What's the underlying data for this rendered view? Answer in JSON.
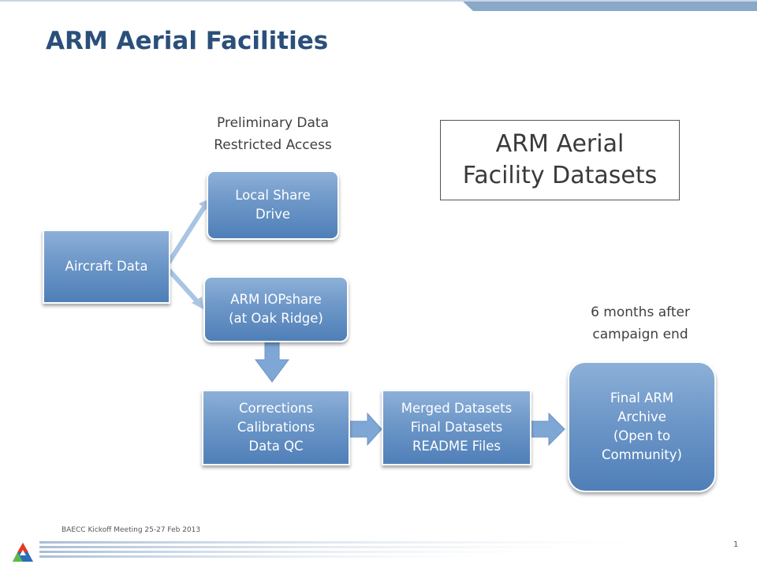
{
  "slide": {
    "title": "ARM Aerial Facilities",
    "footer": "BAECC Kickoff Meeting 25-27 Feb 2013",
    "page_number": "1"
  },
  "notes": {
    "preliminary": "Preliminary Data\nRestricted Access",
    "six_months": "6 months after\ncampaign end"
  },
  "legend": {
    "label": "ARM Aerial\nFacility Datasets"
  },
  "nodes": {
    "aircraft_data": "Aircraft Data",
    "local_share": "Local Share\nDrive",
    "iopshare": "ARM IOPshare\n(at Oak Ridge)",
    "corrections": "Corrections\nCalibrations\nData QC",
    "merged": "Merged Datasets\nFinal Datasets\nREADME Files",
    "archive": "Final ARM\nArchive\n(Open to\nCommunity)"
  },
  "colors": {
    "title": "#2a4f7a",
    "box_fill": "#6d97c8",
    "arrow": "#7fa7d6",
    "top_bar": "#8aa8c8"
  }
}
